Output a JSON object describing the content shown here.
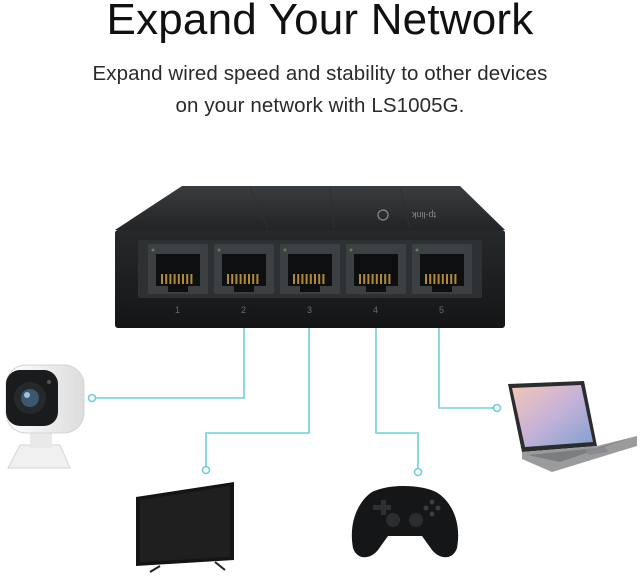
{
  "headline": "Expand Your Network",
  "subtitle": {
    "line1": "Expand wired speed and stability to other devices",
    "line2": "on your network with LS1005G."
  },
  "switch": {
    "brand": "tp-link",
    "ports": [
      "1",
      "2",
      "3",
      "4",
      "5"
    ]
  },
  "devices": [
    "security-camera",
    "tv",
    "game-controller",
    "laptop"
  ],
  "colors": {
    "cable": "#6fcfd8",
    "switch_body": "#1b1d1e",
    "text": "#111111"
  }
}
